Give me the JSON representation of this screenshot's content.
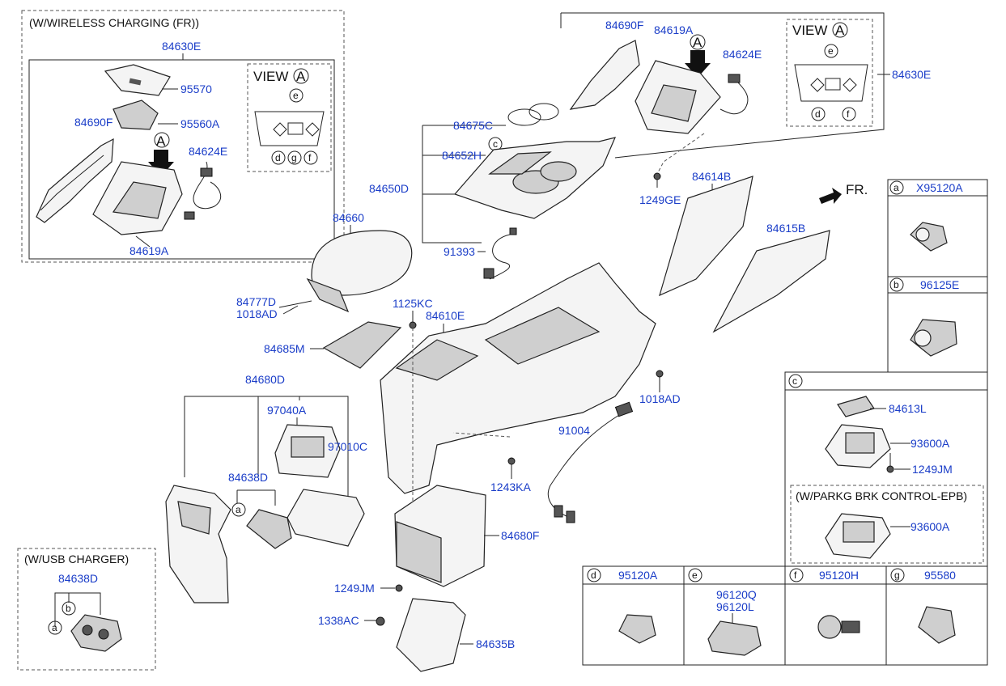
{
  "labels": {
    "wireless_hdr": "(W/WIRELESS CHARGING (FR))",
    "p84630E_a": "84630E",
    "p95570": "95570",
    "p95560A": "95560A",
    "p84690F_a": "84690F",
    "p84624E_a": "84624E",
    "p84619A_a": "84619A",
    "view_a1": "VIEW",
    "circle_A": "A",
    "p84690F_b": "84690F",
    "p84619A_b": "84619A",
    "p84624E_b": "84624E",
    "view_a2": "VIEW",
    "p84630E_b": "84630E",
    "p84675C": "84675C",
    "p84652H": "84652H",
    "p84650D": "84650D",
    "p91393": "91393",
    "p1249GE": "1249GE",
    "p84614B": "84614B",
    "fr": "FR.",
    "p84615B": "84615B",
    "p84660": "84660",
    "p84777D": "84777D",
    "p1018AD_a": "1018AD",
    "p1125KC": "1125KC",
    "p84610E": "84610E",
    "p84685M": "84685M",
    "p1018AD_b": "1018AD",
    "p84680D": "84680D",
    "p97040A": "97040A",
    "p97010C": "97010C",
    "p84638D_a": "84638D",
    "p91004": "91004",
    "p1243KA": "1243KA",
    "p84680F": "84680F",
    "p1249JM_a": "1249JM",
    "p1338AC": "1338AC",
    "p84635B": "84635B",
    "usb_hdr": "(W/USB CHARGER)",
    "p84638D_b": "84638D",
    "pX95120A": "X95120A",
    "p96125E": "96125E",
    "p84613L": "84613L",
    "p93600A_a": "93600A",
    "p1249JM_b": "1249JM",
    "epb_hdr": "(W/PARKG BRK CONTROL-EPB)",
    "p93600A_b": "93600A",
    "p95120A": "95120A",
    "p96120Q": "96120Q",
    "p96120L": "96120L",
    "p95120H": "95120H",
    "p95580": "95580"
  },
  "circles": {
    "a": "a",
    "b": "b",
    "c": "c",
    "d": "d",
    "e": "e",
    "f": "f",
    "g": "g"
  },
  "colors": {
    "label": "#1a3dc8",
    "line": "#222222"
  }
}
